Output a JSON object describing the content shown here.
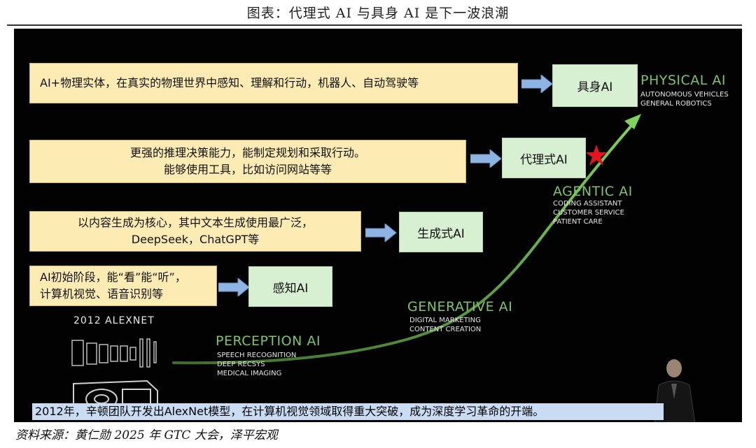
{
  "header": {
    "title": "图表：代理式 AI 与具身 AI 是下一波浪潮"
  },
  "stages": [
    {
      "key": "perception",
      "title": "PERCEPTION AI",
      "items": [
        "Speech Recognition",
        "Deep RecSys",
        "Medical Imaging"
      ]
    },
    {
      "key": "generative",
      "title": "GENERATIVE AI",
      "items": [
        "Digital Marketing",
        "Content Creation"
      ]
    },
    {
      "key": "agentic",
      "title": "AGENTIC AI",
      "items": [
        "Coding Assistant",
        "Customer Service",
        "Patient Care"
      ]
    },
    {
      "key": "physical",
      "title": "PHYSICAL AI",
      "items": [
        "Autonomous Vehicles",
        "General Robotics"
      ]
    }
  ],
  "alexnet": {
    "label": "2012 ALEXNET"
  },
  "annotations": [
    {
      "desc_lines": [
        "AI+物理实体，在真实的物理世界中感知、理解和行动，机器人、自动驾驶等"
      ],
      "stage_label": "具身AI"
    },
    {
      "desc_lines": [
        "更强的推理决策能力，能制定规划和采取行动。",
        "能够使用工具，比如访问网站等等"
      ],
      "stage_label": "代理式AI"
    },
    {
      "desc_lines": [
        "以内容生成为核心，其中文本生成使用最广泛，",
        "DeepSeek，ChatGPT等"
      ],
      "stage_label": "生成式AI"
    },
    {
      "desc_lines": [
        "AI初始阶段，能“看”能“听”，",
        "计算机视觉、语音识别等"
      ],
      "stage_label": "感知AI"
    }
  ],
  "star_icon": "red-star-icon",
  "caption": "2012年，辛顿团队开发出AlexNet模型，在计算机视觉领域取得重大突破，成为深度学习革命的开端。",
  "source": "资料来源：黄仁勋 2025 年 GTC 大会，泽平宏观",
  "colors": {
    "slide_bg": "#020202",
    "curve": "#6dbb4f",
    "stage_title": "#7ec46b",
    "desc_box": "#fcebb2",
    "stage_box": "#d8f0d2",
    "arrow": "#8eb4e3",
    "caption_bg": "#c9dcf3",
    "star": "#e8141b"
  }
}
